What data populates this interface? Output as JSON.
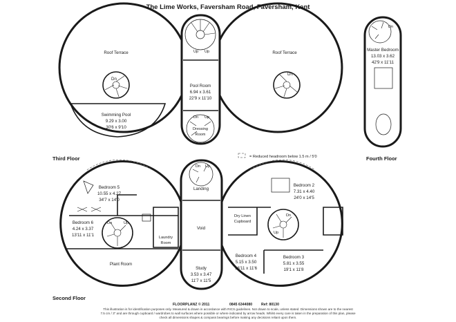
{
  "title": "The Lime Works, Faversham Road, Faversham, Kent",
  "floors": {
    "third": "Third Floor",
    "fourth": "Fourth Floor",
    "second": "Second Floor"
  },
  "legend": "= Reduced headroom below 1.5 m / 5'0",
  "rooms": {
    "roof_terrace_left": "Roof Terrace",
    "roof_terrace_right": "Roof Terrace",
    "swimming_pool": {
      "name": "Swimming Pool",
      "m": "9.29 x 3.00",
      "ft": "30'6 x 9'10"
    },
    "pool_room": {
      "name": "Pool Room",
      "m": "6.94 x 3.61",
      "ft": "22'9 x 11'10"
    },
    "dressing_room": {
      "line1": "Dressing",
      "line2": "Room"
    },
    "master_bedroom": {
      "name": "Master Bedroom",
      "m": "13.03 x 3.62",
      "ft": "42'9 x 11'11"
    },
    "bedroom5": {
      "name": "Bedroom 5",
      "m": "10.55 x 4.27",
      "ft": "34'7 x 14'0"
    },
    "bedroom6": {
      "name": "Bedroom 6",
      "m": "4.24 x 3.37",
      "ft": "13'11 x 11'1"
    },
    "laundry": {
      "line1": "Laundry",
      "line2": "Room"
    },
    "plant_room": "Plant Room",
    "landing": "Landing",
    "void": "Void",
    "study": {
      "name": "Study",
      "m": "3.53 x 3.47",
      "ft": "11'7 x 11'5"
    },
    "bedroom2": {
      "name": "Bedroom 2",
      "m": "7.31 x 4.40",
      "ft": "24'0 x 14'5"
    },
    "dry_linen": {
      "line1": "Dry Linen",
      "line2": "Cupboard"
    },
    "bedroom4": {
      "name": "Bedroom 4",
      "m": "5.15 x 3.50",
      "ft": "16'11 x 11'6"
    },
    "bedroom3": {
      "name": "Bedroom 3",
      "m": "5.81 x 3.55",
      "ft": "19'1 x 11'8"
    }
  },
  "stairs": {
    "dn": "Dn",
    "up": "Up"
  },
  "footer": {
    "brand": "FLOORPLANZ © 2011",
    "phone": "0845 6344080",
    "ref": "Ref: 80130",
    "line1": "This illustration is for identification purposes only. Measured & drawn in accordance with RICS guidelines. Not drawn to scale, unless stated. Dimensions shown are to the nearest",
    "line2": "7.5 cm / 3\" and are through cupboard / wardrobes to wall surfaces where possible or where indicated by arrow heads. Whilst every care is taken in the preparation of this plan, please",
    "line3": "check all dimensions shapes & compass bearings before making any decisions reliant upon them."
  }
}
